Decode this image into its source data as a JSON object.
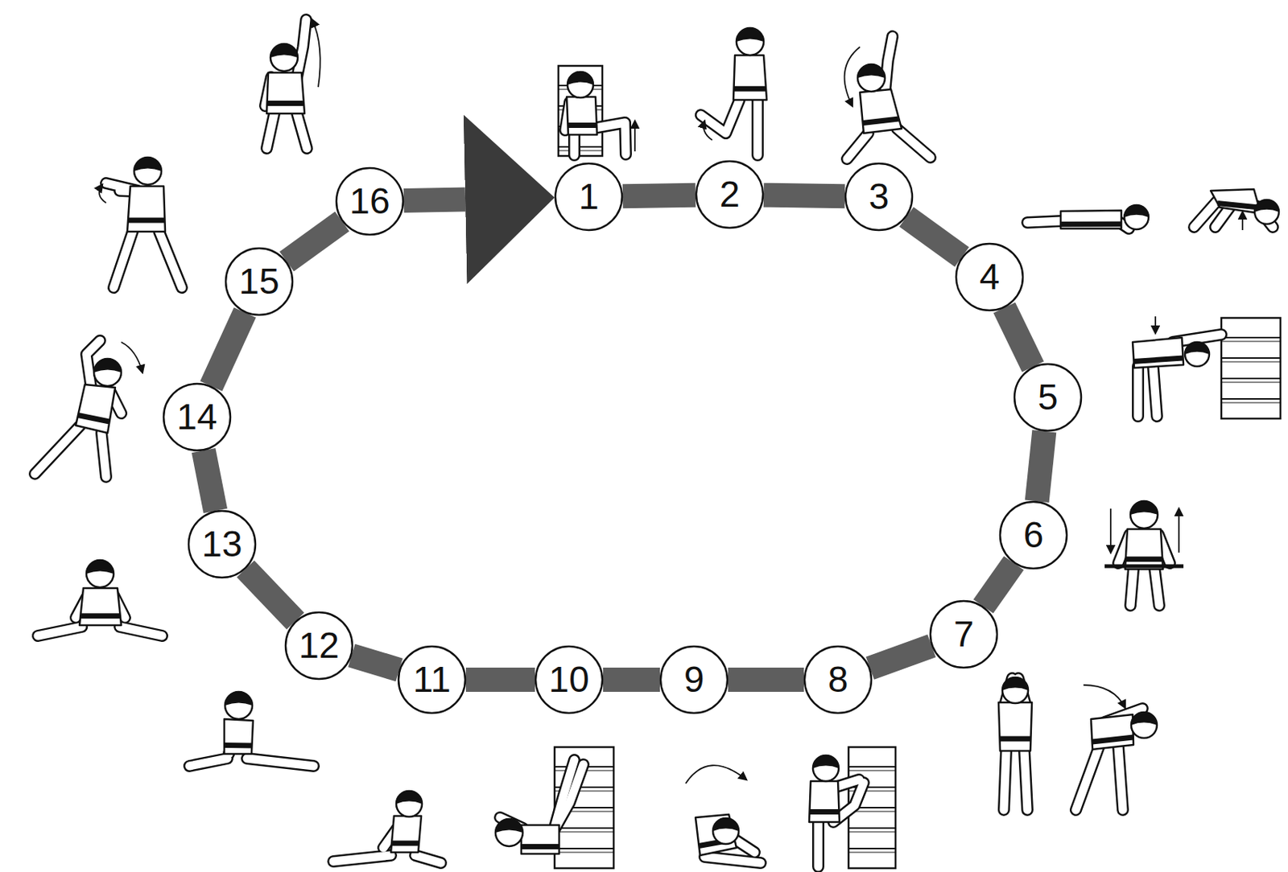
{
  "diagram": {
    "nodes": [
      {
        "text": [
          "1"
        ]
      },
      {
        "text": [
          "2"
        ]
      },
      {
        "text": [
          "3"
        ]
      },
      {
        "text": [
          "4"
        ]
      },
      {
        "text": [
          "5"
        ]
      },
      {
        "text": [
          "6"
        ]
      },
      {
        "text": [
          "7"
        ]
      },
      {
        "text": [
          "8"
        ]
      },
      {
        "text": [
          "9"
        ]
      },
      {
        "text": [
          "10"
        ]
      },
      {
        "text": [
          "11"
        ]
      },
      {
        "text": [
          "12"
        ]
      },
      {
        "text": [
          "13"
        ]
      },
      {
        "text": [
          "14"
        ]
      },
      {
        "text": [
          "15"
        ]
      },
      {
        "text": [
          "16"
        ]
      }
    ],
    "edges": [
      {
        "from": 0,
        "to": 1,
        "arrow": "none"
      },
      {
        "from": 1,
        "to": 2,
        "arrow": "none"
      },
      {
        "from": 2,
        "to": 3,
        "arrow": "none"
      },
      {
        "from": 3,
        "to": 4,
        "arrow": "none"
      },
      {
        "from": 4,
        "to": 5,
        "arrow": "none"
      },
      {
        "from": 5,
        "to": 6,
        "arrow": "none"
      },
      {
        "from": 6,
        "to": 7,
        "arrow": "none"
      },
      {
        "from": 7,
        "to": 8,
        "arrow": "none"
      },
      {
        "from": 8,
        "to": 9,
        "arrow": "none"
      },
      {
        "from": 9,
        "to": 10,
        "arrow": "none"
      },
      {
        "from": 10,
        "to": 11,
        "arrow": "none"
      },
      {
        "from": 11,
        "to": 12,
        "arrow": "none"
      },
      {
        "from": 12,
        "to": 13,
        "arrow": "none"
      },
      {
        "from": 13,
        "to": 14,
        "arrow": "none"
      },
      {
        "from": 14,
        "to": 15,
        "arrow": "none"
      },
      {
        "from": 15,
        "to": 0,
        "arrow": "to"
      }
    ]
  }
}
